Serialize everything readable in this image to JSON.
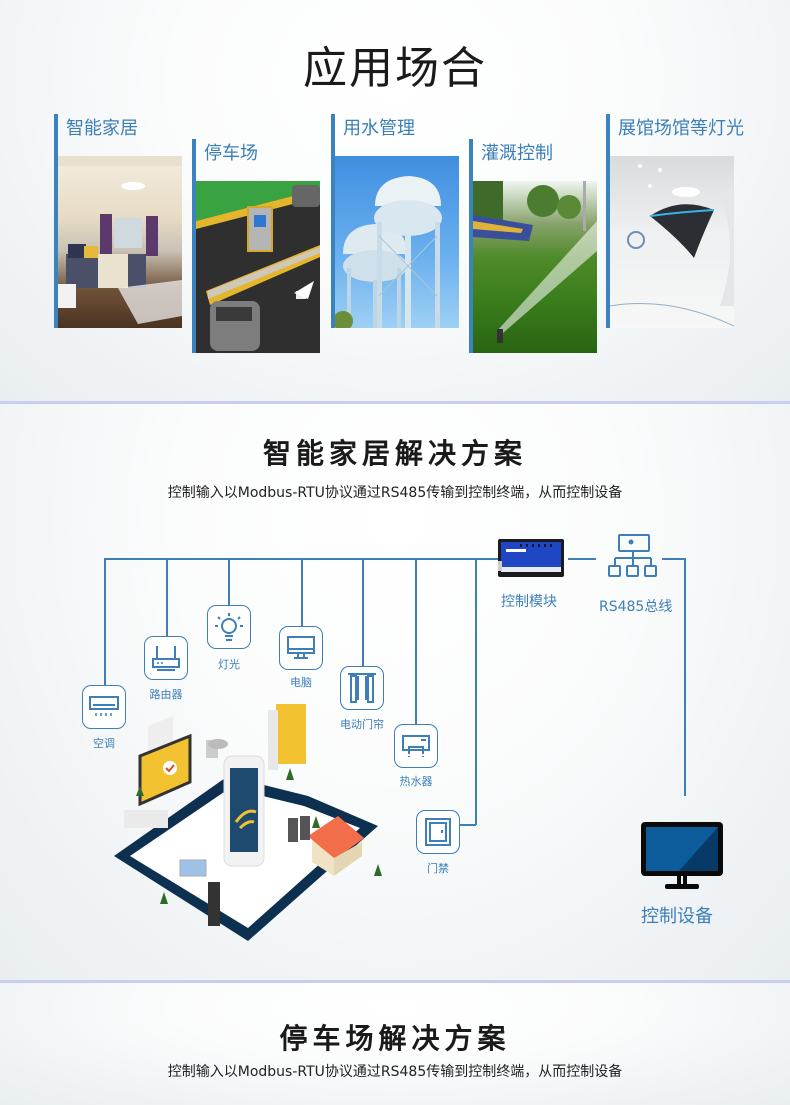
{
  "applications": {
    "title": "应用场合",
    "items": [
      {
        "label": "智能家居",
        "image": "bedroom-photo"
      },
      {
        "label": "停车场",
        "image": "parking-lot-photo"
      },
      {
        "label": "用水管理",
        "image": "water-tower-photo"
      },
      {
        "label": "灌溉控制",
        "image": "sprinkler-photo"
      },
      {
        "label": "展馆场馆等灯光",
        "image": "exhibition-hall-photo"
      }
    ]
  },
  "smart_home": {
    "title": "智能家居解决方案",
    "subtitle": "控制输入以Modbus-RTU协议通过RS485传输到控制终端，从而控制设备",
    "devices": [
      {
        "label": "空调",
        "icon": "air-conditioner-icon"
      },
      {
        "label": "路由器",
        "icon": "router-icon"
      },
      {
        "label": "灯光",
        "icon": "light-bulb-icon"
      },
      {
        "label": "电脑",
        "icon": "monitor-icon"
      },
      {
        "label": "电动门帘",
        "icon": "curtain-icon"
      },
      {
        "label": "热水器",
        "icon": "water-heater-icon"
      },
      {
        "label": "门禁",
        "icon": "door-icon"
      }
    ],
    "control_module": "控制模块",
    "bus": "RS485总线",
    "control_device": "控制设备",
    "colors": {
      "accent": "#3e7fb9",
      "divider": "#c9cdf1"
    }
  },
  "parking": {
    "title": "停车场解决方案",
    "subtitle": "控制输入以Modbus-RTU协议通过RS485传输到控制终端，从而控制设备"
  }
}
